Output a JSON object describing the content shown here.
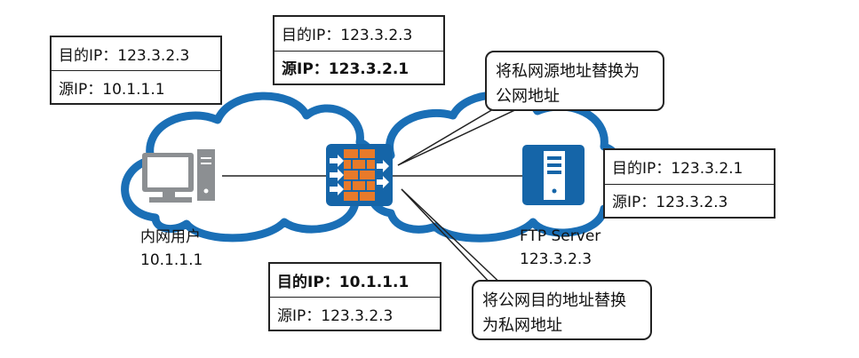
{
  "boxes": {
    "top_left": {
      "dst": "目的IP：123.3.2.3",
      "src": "源IP：10.1.1.1"
    },
    "top_center": {
      "dst": "目的IP：123.3.2.3",
      "src": "源IP：123.3.2.1"
    },
    "right": {
      "dst": "目的IP：123.3.2.1",
      "src": "源IP：123.3.2.3"
    },
    "bottom_center": {
      "dst": "目的IP：10.1.1.1",
      "src": "源IP：123.3.2.3"
    }
  },
  "callouts": {
    "src_nat": "将私网源地址替换为公网地址",
    "dst_nat": "将公网目的地址替换为私网地址"
  },
  "devices": {
    "user": {
      "name": "内网用户",
      "ip": "10.1.1.1"
    },
    "server": {
      "name": "FTP Server",
      "ip": "123.3.2.3"
    }
  },
  "colors": {
    "cloud_stroke": "#1a6fb6",
    "firewall_bg": "#1565a8",
    "brick": "#e87a2a",
    "pc_gray": "#8c8f92",
    "server_blue": "#1565a8"
  }
}
